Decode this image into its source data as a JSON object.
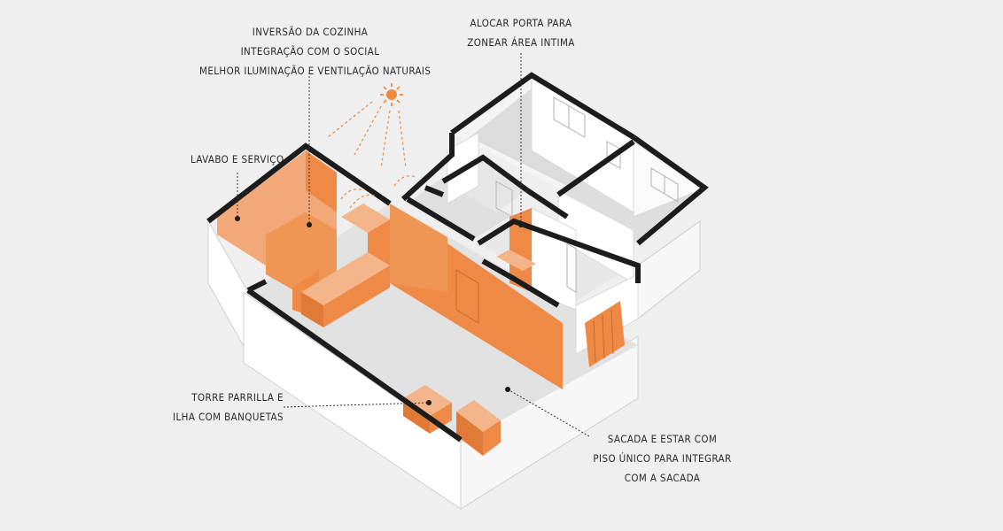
{
  "annotations": {
    "kitchen": [
      "INVERSÃO DA COZINHA",
      "INTEGRAÇÃO COM O SOCIAL",
      "MELHOR ILUMINAÇÃO E VENTILAÇÃO NATURAIS"
    ],
    "door": [
      "ALOCAR PORTA PARA",
      "ZONEAR ÁREA INTIMA"
    ],
    "lavabo": [
      "LAVABO E SERVIÇO"
    ],
    "torre": [
      "TORRE PARRILLA E",
      "ILHA COM BANQUETAS"
    ],
    "sacada": [
      "SACADA E ESTAR COM",
      "PISO ÚNICO PARA INTEGRAR",
      "COM A SACADA"
    ]
  },
  "colors": {
    "background": "#efefef",
    "accent_orange": "#ee8a45",
    "accent_orange_light": "#f2a878",
    "wall_dark": "#1c1c1c",
    "wall_face": "#ffffff",
    "floor": "#e3e3e3",
    "sun": "#f08a3c"
  },
  "icons": {
    "sun": "sun-icon"
  }
}
